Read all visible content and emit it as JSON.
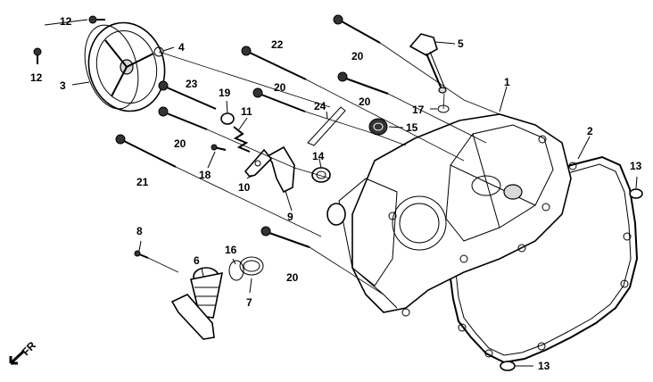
{
  "diagram": {
    "labels": {
      "p1": "1",
      "p2": "2",
      "p3": "3",
      "p4": "4",
      "p5": "5",
      "p6": "6",
      "p7": "7",
      "p8": "8",
      "p9": "9",
      "p10": "10",
      "p11": "11",
      "p12a": "12",
      "p12b": "12",
      "p13a": "13",
      "p13b": "13",
      "p14": "14",
      "p15": "15",
      "p16": "16",
      "p17": "17",
      "p18": "18",
      "p19": "19",
      "p20a": "20",
      "p20b": "20",
      "p20c": "20",
      "p20d": "20",
      "p20e": "20",
      "p21": "21",
      "p22": "22",
      "p23": "23",
      "p24": "24"
    },
    "direction_label": "FR"
  }
}
